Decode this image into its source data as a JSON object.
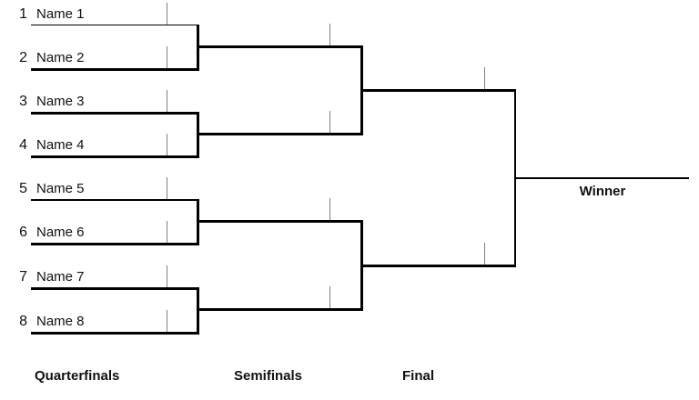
{
  "bracket": {
    "entries": [
      {
        "seed": "1",
        "name": "Name 1"
      },
      {
        "seed": "2",
        "name": "Name 2"
      },
      {
        "seed": "3",
        "name": "Name 3"
      },
      {
        "seed": "4",
        "name": "Name 4"
      },
      {
        "seed": "5",
        "name": "Name 5"
      },
      {
        "seed": "6",
        "name": "Name 6"
      },
      {
        "seed": "7",
        "name": "Name 7"
      },
      {
        "seed": "8",
        "name": "Name 8"
      }
    ],
    "round_labels": {
      "quarterfinals": "Quarterfinals",
      "semifinals": "Semifinals",
      "final": "Final"
    },
    "winner_label": "Winner",
    "colors": {
      "line": "#000000",
      "tick": "#808080",
      "text": "#111111",
      "background": "#ffffff"
    }
  }
}
